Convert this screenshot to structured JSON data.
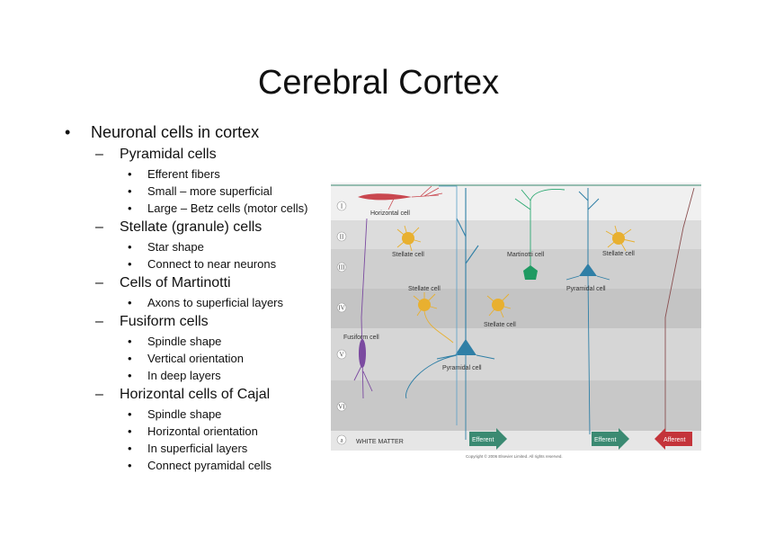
{
  "title": "Cerebral Cortex",
  "bullet_marker": "•",
  "dash_marker": "–",
  "main_bullet": "Neuronal cells in cortex",
  "groups": [
    {
      "heading": "Pyramidal cells",
      "items": [
        "Efferent fibers",
        "Small – more superficial",
        "Large – Betz cells (motor cells)"
      ]
    },
    {
      "heading": "Stellate (granule) cells",
      "items": [
        "Star shape",
        "Connect to near neurons"
      ]
    },
    {
      "heading": "Cells of Martinotti",
      "items": [
        "Axons to superficial layers"
      ]
    },
    {
      "heading": "Fusiform cells",
      "items": [
        "Spindle shape",
        "Vertical orientation",
        "In deep layers"
      ]
    },
    {
      "heading": "Horizontal cells of Cajal",
      "items": [
        "Spindle shape",
        "Horizontal orientation",
        "In superficial layers",
        "Connect pyramidal cells"
      ]
    }
  ],
  "figure": {
    "layers": [
      "I",
      "II",
      "III",
      "IV",
      "V",
      "VI"
    ],
    "panel_letter": "a",
    "white_matter": "WHITE MATTER",
    "labels": {
      "horizontal": "Horizontal cell",
      "stellate_left": "Stellate cell",
      "martinotti": "Martinotti cell",
      "stellate_right": "Stellate cell",
      "pyramidal_upper": "Pyramidal cell",
      "stellate_mid": "Stellate cell",
      "stellate_center": "Stellate cell",
      "fusiform": "Fusiform cell",
      "pyramidal_lower": "Pyramidal cell"
    },
    "arrows": [
      "Efferent",
      "Efferent",
      "Afferent"
    ],
    "copyright": "Copyright © 2006 Elsevier Limited. All rights reserved.",
    "colors": {
      "horizontal": "#c9474f",
      "stellate": "#e8b030",
      "martinotti": "#2aa870",
      "pyramidal": "#2f7fa6",
      "fusiform": "#7b4aa0",
      "afferent": "#c4343a",
      "efferent": "#3b8a72"
    }
  }
}
